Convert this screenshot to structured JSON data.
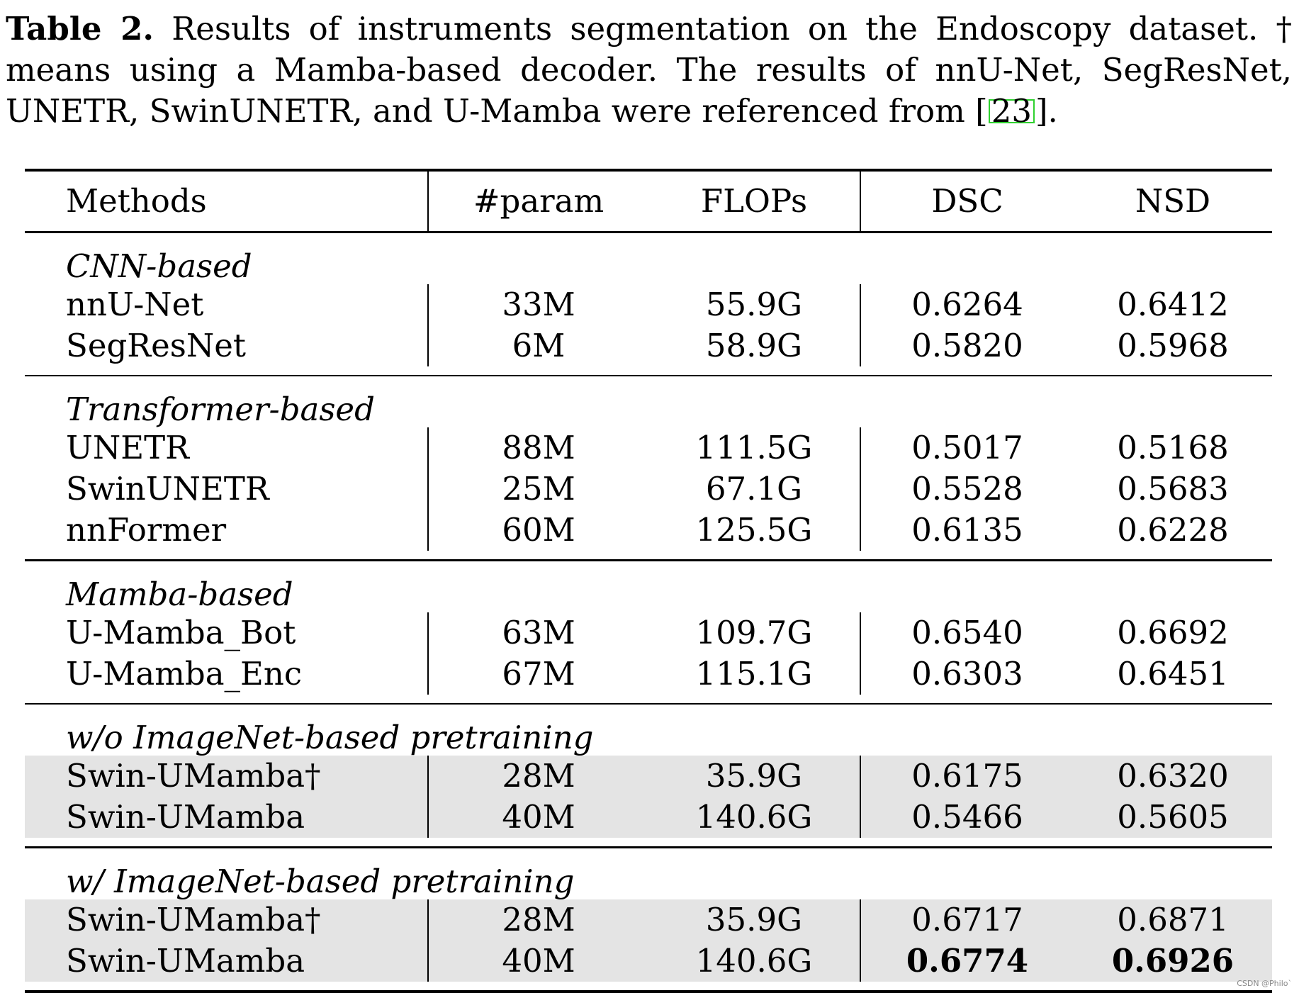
{
  "caption": {
    "label": "Table 2.",
    "text_before_cite": " Results of instruments segmentation on the Endoscopy dataset. † means using a Mamba-based decoder. The results of nnU-Net, SegResNet, UNETR, SwinUNETR, and U-Mamba were referenced from [",
    "cite": "23",
    "text_after_cite": "]."
  },
  "table": {
    "headers": {
      "method": "Methods",
      "param": "#param",
      "flops": "FLOPs",
      "dsc": "DSC",
      "nsd": "NSD"
    },
    "groups": [
      {
        "title": "CNN-based",
        "rows": [
          {
            "method": "nnU-Net",
            "param": "33M",
            "flops": "55.9G",
            "dsc": "0.6264",
            "nsd": "0.6412"
          },
          {
            "method": "SegResNet",
            "param": "6M",
            "flops": "58.9G",
            "dsc": "0.5820",
            "nsd": "0.5968"
          }
        ]
      },
      {
        "title": "Transformer-based",
        "rows": [
          {
            "method": "UNETR",
            "param": "88M",
            "flops": "111.5G",
            "dsc": "0.5017",
            "nsd": "0.5168"
          },
          {
            "method": "SwinUNETR",
            "param": "25M",
            "flops": "67.1G",
            "dsc": "0.5528",
            "nsd": "0.5683"
          },
          {
            "method": "nnFormer",
            "param": "60M",
            "flops": "125.5G",
            "dsc": "0.6135",
            "nsd": "0.6228"
          }
        ]
      },
      {
        "title": "Mamba-based",
        "rows": [
          {
            "method": "U-Mamba_Bot",
            "param": "63M",
            "flops": "109.7G",
            "dsc": "0.6540",
            "nsd": "0.6692"
          },
          {
            "method": "U-Mamba_Enc",
            "param": "67M",
            "flops": "115.1G",
            "dsc": "0.6303",
            "nsd": "0.6451"
          }
        ]
      },
      {
        "title": "w/o ImageNet-based pretraining",
        "shaded": true,
        "rows": [
          {
            "method": "Swin-UMamba†",
            "param": "28M",
            "flops": "35.9G",
            "dsc": "0.6175",
            "nsd": "0.6320"
          },
          {
            "method": "Swin-UMamba",
            "param": "40M",
            "flops": "140.6G",
            "dsc": "0.5466",
            "nsd": "0.5605"
          }
        ]
      },
      {
        "title": "w/ ImageNet-based pretraining",
        "shaded": true,
        "rows": [
          {
            "method": "Swin-UMamba†",
            "param": "28M",
            "flops": "35.9G",
            "dsc": "0.6717",
            "nsd": "0.6871"
          },
          {
            "method": "Swin-UMamba",
            "param": "40M",
            "flops": "140.6G",
            "dsc": "0.6774",
            "nsd": "0.6926",
            "bold_metrics": true
          }
        ]
      }
    ]
  },
  "footer_note": "CSDN @Philo`"
}
